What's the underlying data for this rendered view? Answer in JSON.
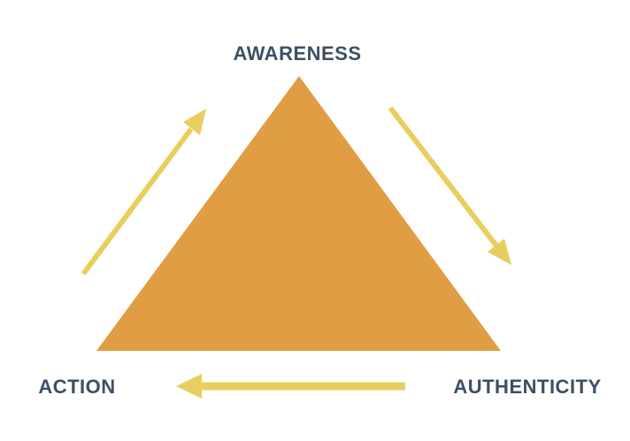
{
  "diagram": {
    "type": "cycle",
    "shape": "triangle",
    "nodes": [
      {
        "id": "awareness",
        "label": "AWARENESS",
        "position": "top"
      },
      {
        "id": "action",
        "label": "ACTION",
        "position": "bottom-left"
      },
      {
        "id": "authenticity",
        "label": "AUTHENTICITY",
        "position": "bottom-right"
      }
    ],
    "edges": [
      {
        "from": "AWARENESS",
        "to": "AUTHENTICITY",
        "side": "right",
        "direction": "down-right"
      },
      {
        "from": "AUTHENTICITY",
        "to": "ACTION",
        "side": "bottom",
        "direction": "left"
      },
      {
        "from": "ACTION",
        "to": "AWARENESS",
        "side": "left",
        "direction": "up-right"
      }
    ],
    "colors": {
      "triangle": "#E19D43",
      "arrow": "#E9CE5F",
      "label": "#3D4F63",
      "background": "#FFFFFF"
    }
  }
}
